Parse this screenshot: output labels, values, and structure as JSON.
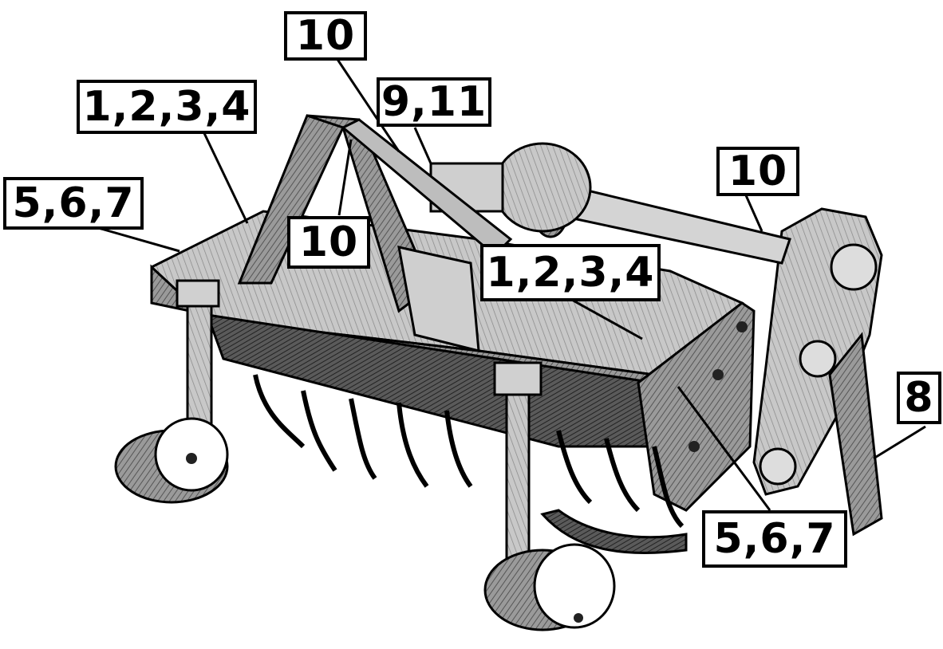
{
  "colors": {
    "ink": "#000000",
    "shade_dark": "#3a3a3a",
    "shade_mid": "#7a7a7a",
    "shade_light": "#b5b5b5",
    "paper": "#ffffff"
  },
  "callouts": {
    "c10_top": "10",
    "c9_11": "9,11",
    "c1234_left": "1,2,3,4",
    "c567_left": "5,6,7",
    "c10_mid": "10",
    "c10_right": "10",
    "c1234_center": "1,2,3,4",
    "c8": "8",
    "c567_bottom": "5,6,7"
  }
}
